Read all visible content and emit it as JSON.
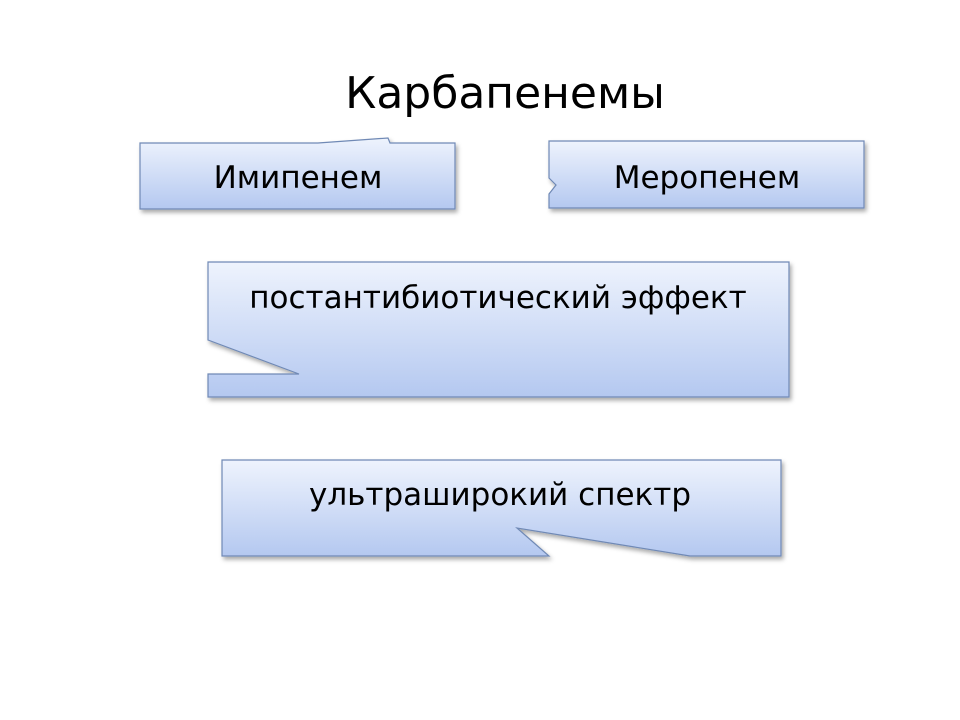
{
  "slide": {
    "title": "Карбапенемы"
  },
  "diagram": {
    "drug_left": "Имипенем",
    "drug_right": "Меропенем",
    "property_1": "постантибиотический эффект",
    "property_2": "ультраширокий спектр"
  },
  "colors": {
    "box_fill_top": "#eef3fd",
    "box_fill_bottom": "#b4c8f0",
    "box_border": "#6f89b5"
  }
}
